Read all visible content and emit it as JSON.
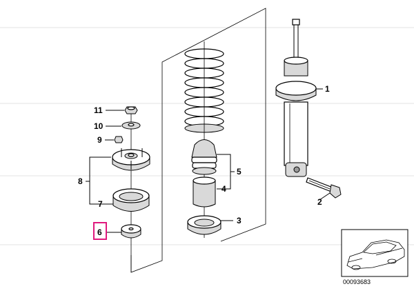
{
  "callouts": [
    {
      "id": "1",
      "label": "1"
    },
    {
      "id": "2",
      "label": "2"
    },
    {
      "id": "3",
      "label": "3"
    },
    {
      "id": "4",
      "label": "4"
    },
    {
      "id": "5",
      "label": "5"
    },
    {
      "id": "6",
      "label": "6",
      "highlighted": true
    },
    {
      "id": "7",
      "label": "7"
    },
    {
      "id": "8",
      "label": "8"
    },
    {
      "id": "9",
      "label": "9"
    },
    {
      "id": "10",
      "label": "10"
    },
    {
      "id": "11",
      "label": "11"
    }
  ],
  "highlight_color": "#e0197d",
  "reference_code": "00093683",
  "inset": {
    "icon": "car-sedan-icon"
  }
}
